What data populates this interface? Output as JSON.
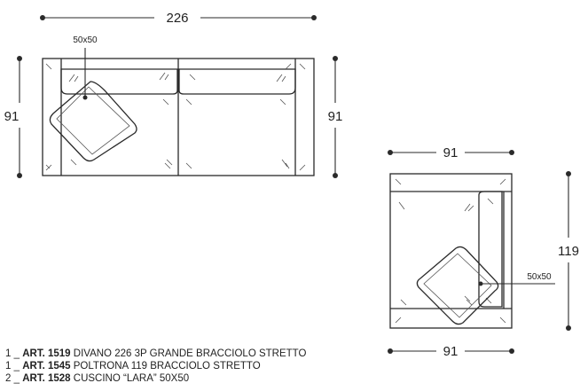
{
  "sofa": {
    "width_label": "226",
    "depth_left_label": "91",
    "depth_right_label": "91",
    "cushion_label": "50x50"
  },
  "armchair": {
    "width_top_label": "91",
    "width_bottom_label": "91",
    "depth_label": "119",
    "cushion_label": "50x50"
  },
  "legend": [
    {
      "qty": "1",
      "sep": "_",
      "art": "ART. 1519",
      "desc": "DIVANO 226 3P GRANDE BRACCIOLO STRETTO"
    },
    {
      "qty": "1",
      "sep": "_",
      "art": "ART. 1545",
      "desc": "POLTRONA 119 BRACCIOLO STRETTO"
    },
    {
      "qty": "2",
      "sep": "_",
      "art": "ART. 1528",
      "desc": "CUSCINO “LARA” 50X50"
    }
  ]
}
